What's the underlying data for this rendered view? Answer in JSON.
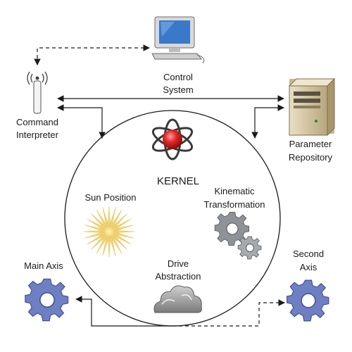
{
  "labels": {
    "control_system": [
      "Control",
      "System"
    ],
    "command_interpreter": [
      "Command",
      "Interpreter"
    ],
    "parameter_repository": [
      "Parameter",
      "Repository"
    ],
    "kernel": "KERNEL",
    "sun_position": "Sun Position",
    "kinematic_transformation": [
      "Kinematic",
      "Transformation"
    ],
    "drive_abstraction": [
      "Drive",
      "Abstraction"
    ],
    "main_axis": "Main Axis",
    "second_axis": [
      "Second",
      "Axis"
    ]
  },
  "colors": {
    "line": "#1a1a1a",
    "gear_blue": "#6f7fc4",
    "gear_grey": "#8f9296",
    "atom_red": "#d42020",
    "sun_yellow": "#f3d97a",
    "server_beige": "#d9cba6",
    "monitor_blue": "#3a78c9"
  },
  "icons": [
    "monitor-icon",
    "antenna-icon",
    "server-icon",
    "atom-icon",
    "sun-icon",
    "gears-icon",
    "cloud-icon",
    "main-axis-gear-icon",
    "second-axis-gear-icon"
  ]
}
